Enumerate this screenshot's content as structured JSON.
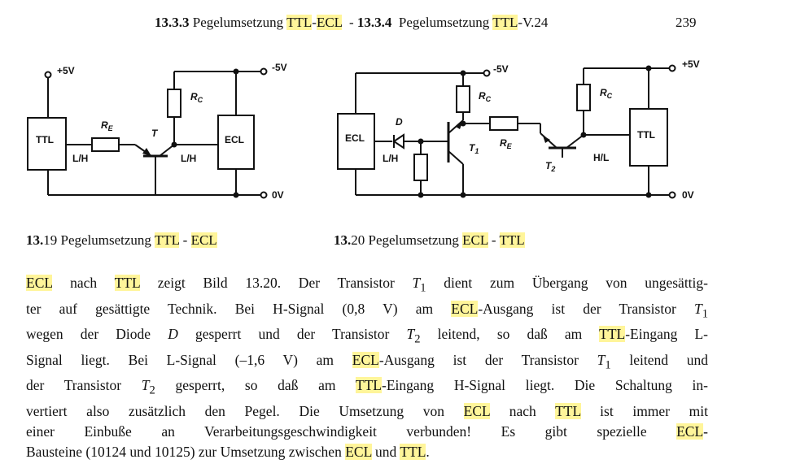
{
  "header": {
    "sec1_num": "13.3.3",
    "sec1_a": "Pegelumsetzung",
    "sec1_b": "TTL",
    "sec1_c": "-",
    "sec1_d": "ECL",
    "sep": "-",
    "sec2_num": "13.3.4",
    "sec2_a": "Pegelumsetzung",
    "sec2_b": "TTL",
    "sec2_c": "-V.24",
    "page": "239"
  },
  "fig19": {
    "vplus": "+5V",
    "vminus": "-5V",
    "zero": "0V",
    "ttl": "TTL",
    "ecl": "ECL",
    "re": "R",
    "re_sub": "E",
    "rc": "R",
    "rc_sub": "C",
    "t": "T",
    "lh1": "L/H",
    "lh2": "L/H"
  },
  "fig20": {
    "vminus": "-5V",
    "vplus": "+5V",
    "zero": "0V",
    "ecl": "ECL",
    "ttl": "TTL",
    "d": "D",
    "lh": "L/H",
    "hl": "H/L",
    "rc1": "R",
    "rc1_sub": "C",
    "rc2": "R",
    "rc2_sub": "C",
    "re": "R",
    "re_sub": "E",
    "t1": "T",
    "t1_sub": "1",
    "t2": "T",
    "t2_sub": "2"
  },
  "captions": {
    "c19_num_a": "13.",
    "c19_num_b": "19",
    "c19_a": "Pegelumsetzung",
    "c19_b": "TTL",
    "c19_c": "-",
    "c19_d": "ECL",
    "c20_num_a": "13.",
    "c20_num_b": "20",
    "c20_a": "Pegelumsetzung",
    "c20_b": "ECL",
    "c20_c": "-",
    "c20_d": "TTL"
  },
  "body": {
    "l1a": "ECL",
    "l1b": " nach ",
    "l1c": "TTL",
    "l1d": " zeigt Bild 13.20. Der Transistor ",
    "l1e": "T",
    "l1e_sub": "1",
    "l1f": " dient zum Übergang von ungesättig-",
    "l2a": "ter auf gesättigte Technik. Bei H-Signal (0,8 V) am ",
    "l2b": "ECL",
    "l2c": "-Ausgang ist der Transistor ",
    "l2d": "T",
    "l2d_sub": "1",
    "l3a": "wegen der Diode ",
    "l3b": "D",
    "l3c": " gesperrt und der Transistor ",
    "l3d": "T",
    "l3d_sub": "2",
    "l3e": " leitend, so daß am ",
    "l3f": "TTL",
    "l3g": "-Eingang L-",
    "l4a": "Signal liegt. Bei L-Signal (–1,6 V) am ",
    "l4b": "ECL",
    "l4c": "-Ausgang ist der Transistor ",
    "l4d": "T",
    "l4d_sub": "1",
    "l4e": " leitend und",
    "l5a": "der Transistor ",
    "l5b": "T",
    "l5b_sub": "2",
    "l5c": " gesperrt, so daß am ",
    "l5d": "TTL",
    "l5e": "-Eingang  H-Signal liegt. Die Schaltung in-",
    "l6a": "vertiert also zusätzlich den Pegel. Die Umsetzung von ",
    "l6b": "ECL",
    "l6c": " nach ",
    "l6d": "TTL",
    "l6e": " ist immer mit",
    "l7a": "einer Einbuße an Verarbeitungsgeschwindigkeit verbunden! Es gibt spezielle ",
    "l7b": "ECL",
    "l7c": "-",
    "l8a": "Bausteine (10124 und 10125) zur Umsetzung zwischen ",
    "l8b": "ECL",
    "l8c": " und ",
    "l8d": "TTL",
    "l8e": "."
  },
  "colors": {
    "highlight": "#fff59a"
  }
}
